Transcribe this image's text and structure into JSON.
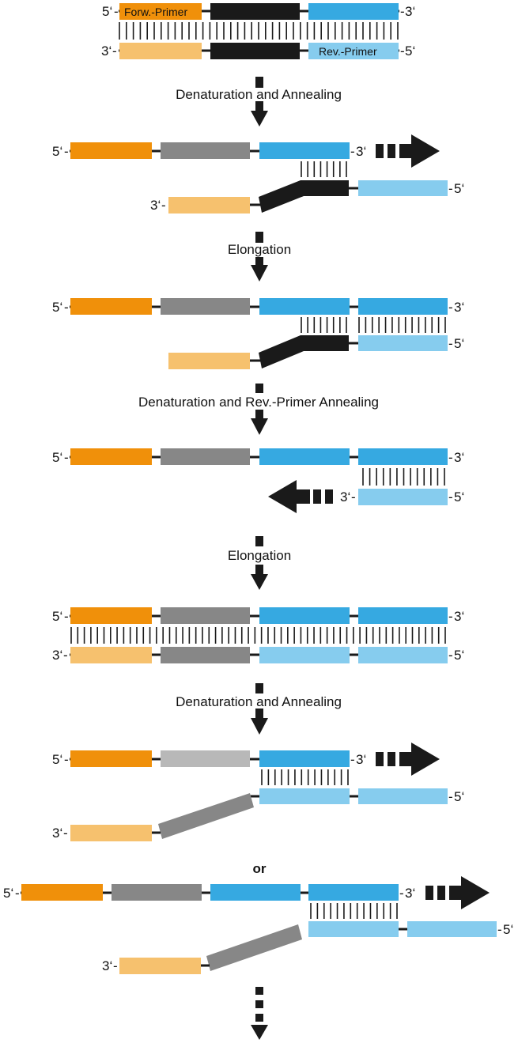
{
  "colors": {
    "forward_primer": "#F0900A",
    "forward_primer_complement": "#F6C16E",
    "template_dark": "#1A1A1A",
    "insert_gray": "#878787",
    "insert_light_gray": "#B8B8B8",
    "homology_blue": "#36A9E1",
    "homology_light_blue": "#86CCEE",
    "line": "#1A1A1A"
  },
  "labels": {
    "five_prime": "5‘",
    "three_prime": "3‘",
    "forward_primer": "Forw.-Primer",
    "reverse_primer": "Rev.-Primer",
    "step_1": "Denaturation and Annealing",
    "step_2": "Elongation",
    "step_3": "Denaturation and Rev.-Primer Annealing",
    "step_4": "Elongation",
    "step_5": "Denaturation and Annealing",
    "or": "or"
  },
  "icons": [
    "dashed-arrow-down-icon",
    "dashed-arrow-right-icon",
    "dashed-arrow-left-icon"
  ]
}
